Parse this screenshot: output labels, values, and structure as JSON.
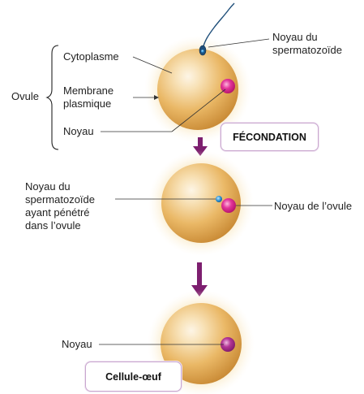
{
  "stage1": {
    "group_label": "Ovule",
    "cytoplasm_label": "Cytoplasme",
    "membrane_label": "Membrane plasmique",
    "nucleus_label": "Noyau",
    "sperm_nucleus_label": "Noyau du spermatozoïde"
  },
  "fecondation_label": "FÉCONDATION",
  "stage2": {
    "sperm_nucleus_label": "Noyau du spermatozoïde ayant pénétré dans l’ovule",
    "ovule_nucleus_label": "Noyau de l’ovule"
  },
  "stage3": {
    "nucleus_label": "Noyau",
    "zygote_label": "Cellule-œuf"
  },
  "colors": {
    "cell_core": "#fbe8c6",
    "cell_mid": "#eab866",
    "cell_edge": "#c98a35",
    "halo": "#f7dfa9",
    "nucleus": "#d81f86",
    "zygote_nucleus": "#a3237e",
    "sperm_nucleus": "#2a8fd1",
    "arrow": "#7d1f6f",
    "box_border": "#c9a7cf"
  }
}
